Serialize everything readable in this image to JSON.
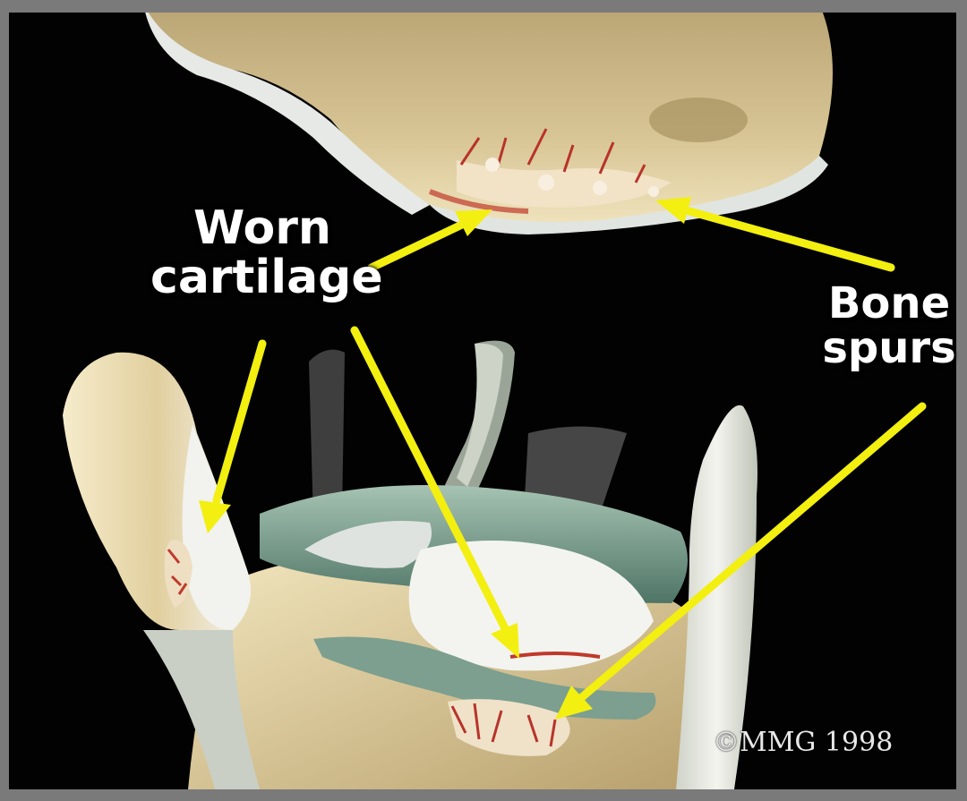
{
  "labels": {
    "worn_line1": "Worn",
    "worn_line2": "cartilage",
    "spurs_line1": "Bone",
    "spurs_line2": "spurs"
  },
  "copyright": "©MMG 1998",
  "colors": {
    "background": "#020202",
    "border": "#7a7a7a",
    "bone": "#d9c694",
    "cartilage": "#e8eee9",
    "meniscus": "#7fa595",
    "damage": "#c0392b",
    "arrow": "#f3ef10",
    "label_text": "#ffffff"
  }
}
